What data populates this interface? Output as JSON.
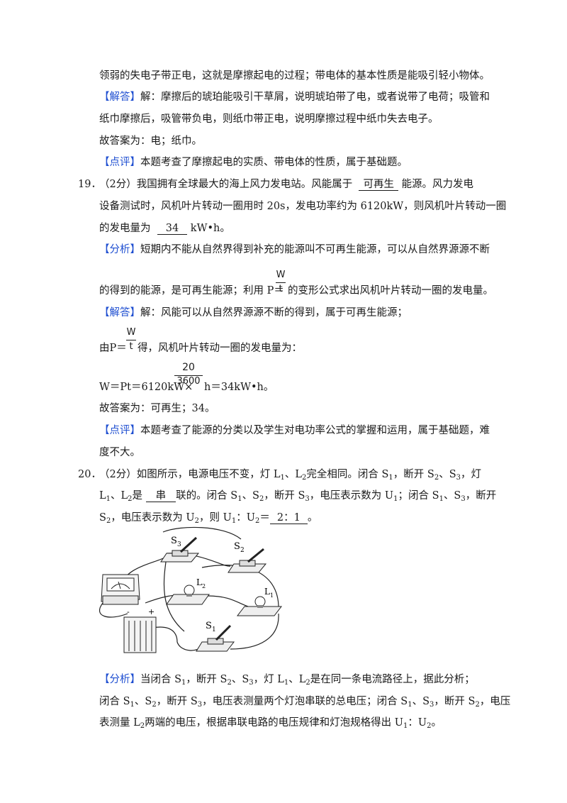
{
  "l1": "领弱的失电子带正电，这就是摩擦起电的过程；带电体的基本性质是能吸引轻小物体。",
  "jieda_tag": "【解答】",
  "l2": "解：摩擦后的琥珀能吸引干草屑，说明琥珀带了电，或者说带了电荷；吸管和",
  "l3": "纸巾摩擦后，吸管带负电，则纸巾带正电，说明摩擦过程中纸巾失去电子。",
  "l4": "故答案为：电；纸巾。",
  "dianping_tag": "【点评】",
  "l5": "本题考查了摩擦起电的实质、带电体的性质，属于基础题。",
  "q19_num": "19．",
  "q19_a": "（2分）我国拥有全球最大的海上风力发电站。风能属于",
  "q19_ans1": "可再生",
  "q19_b": "能源。风力发电",
  "q19_c": "设备测试时，风机叶片转动一圈用时 20s，发电功率约为 6120kW，则风机叶片转动一圈",
  "q19_d": "的发电量为",
  "q19_ans2": "34",
  "q19_e": "kW•h。",
  "fenxi_tag": "【分析】",
  "q19_f": "短期内不能从自然界得到补充的能源叫不可再生能源，可以从自然界源源不断",
  "q19_g1": "的得到的能源，是可再生能源；利用 P＝",
  "frac_W": "W",
  "frac_t": "t",
  "q19_g2": "的变形公式求出风机叶片转动一圈的发电量。",
  "q19_h": "解：风能可以从自然界源源不断的得到，属于可再生能源；",
  "q19_i1": "由P＝",
  "q19_i2": "得，风机叶片转动一圈的发电量为：",
  "q19_j1": "W＝Pt＝6120kW×",
  "frac_20": "20",
  "frac_3600": "3600",
  "q19_j2": "h＝34kW•h。",
  "q19_k": "故答案为：可再生；34。",
  "q19_l": "本题考查了能源的分类以及学生对电功率公式的掌握和运用，属于基础题，难",
  "q19_m": "度不大。",
  "q20_num": "20．",
  "q20_a": "（2分）如图所示，电源电压不变，灯 L",
  "q20_a2": "、L",
  "q20_a3": "完全相同。闭合 S",
  "q20_a4": "，断开 S",
  "q20_a5": "、S",
  "q20_a6": "，灯",
  "q20_b1": "L",
  "q20_b2": "、L",
  "q20_b3": "是",
  "q20_ans1": "串",
  "q20_b4": "联的。闭合 S",
  "q20_b5": "、S",
  "q20_b6": "，断开 S",
  "q20_b7": "，电压表示数为 U",
  "q20_b8": "；闭合 S",
  "q20_b9": "、S",
  "q20_b10": "，断开",
  "q20_c1": "S",
  "q20_c2": "，电压表示数为 U",
  "q20_c3": "，则 U",
  "q20_c4": "：U",
  "q20_c5": "＝",
  "q20_ans2": "2：1",
  "q20_c6": "。",
  "sub1": "1",
  "sub2": "2",
  "sub3": "3",
  "fig_S3": "S",
  "fig_S2": "S",
  "fig_L2": "L",
  "fig_L1": "L",
  "fig_S1": "S",
  "fig_plus": "+",
  "fig_minus": "-",
  "q20_fx1a": "当闭合 S",
  "q20_fx1b": "，断开 S",
  "q20_fx1c": "、S",
  "q20_fx1d": "，灯 L",
  "q20_fx1e": "、L",
  "q20_fx1f": "是在同一条电流路径上，据此分析；",
  "q20_fx2a": "闭合 S",
  "q20_fx2b": "、S",
  "q20_fx2c": "，断开 S",
  "q20_fx2d": "，电压表测量两个灯泡串联的总电压；闭合 S",
  "q20_fx2e": "、S",
  "q20_fx2f": "，断开 S",
  "q20_fx2g": "，电压",
  "q20_fx3a": "表测量 L",
  "q20_fx3b": "两端的电压，根据串联电路的电压规律和灯泡规格得出 U",
  "q20_fx3c": "：U",
  "q20_fx3d": "。"
}
